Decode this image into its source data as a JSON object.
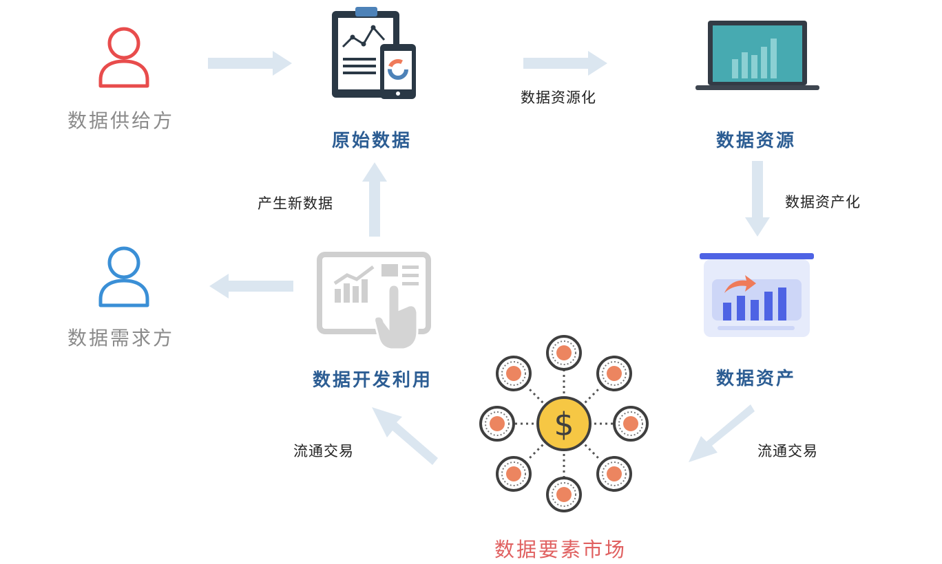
{
  "nodes": {
    "supplier": "数据供给方",
    "raw_data": "原始数据",
    "data_resource": "数据资源",
    "data_asset": "数据资产",
    "market": "数据要素市场",
    "dev_use": "数据开发利用",
    "demander": "数据需求方"
  },
  "steps": {
    "resourcize": "数据资源化",
    "assetize": "数据资产化",
    "trade_right": "流通交易",
    "trade_left": "流通交易",
    "new_data": "产生新数据"
  },
  "colors": {
    "supplier_icon": "#e84c4c",
    "demander_icon": "#3a8fd6",
    "arrow": "#dbe6f0",
    "blue_label": "#2c5d93",
    "market_label": "#e06060",
    "coin": "#f6c744",
    "node_dot": "#ec8560"
  },
  "icons": [
    "person-icon",
    "clipboard-phone-icon",
    "laptop-chart-icon",
    "presentation-chart-icon",
    "dollar-network-icon",
    "touch-tablet-icon"
  ]
}
